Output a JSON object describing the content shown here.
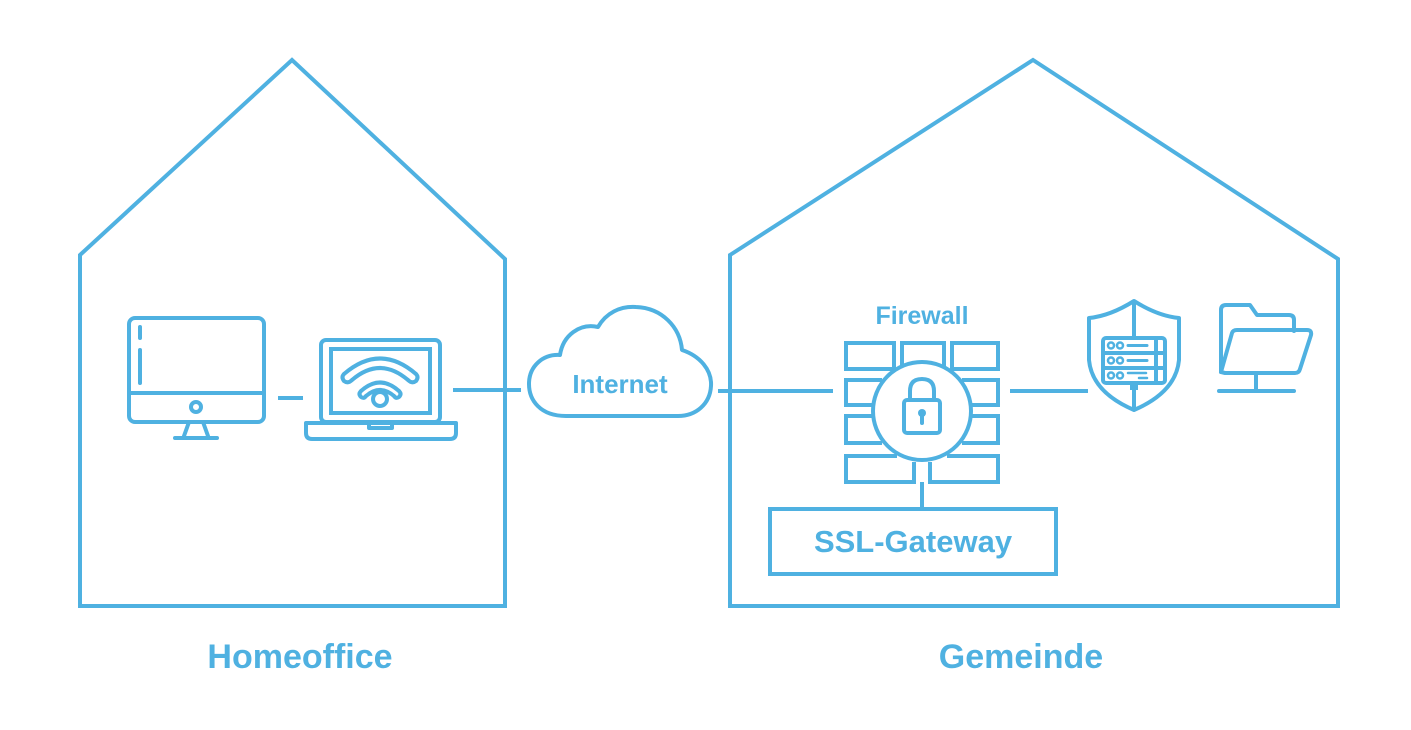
{
  "theme": {
    "accent": "#4fb1e1",
    "background": "#ffffff"
  },
  "houses": [
    {
      "id": "homeoffice",
      "label": "Homeoffice",
      "devices": [
        "desktop-monitor-icon",
        "laptop-wifi-icon"
      ]
    },
    {
      "id": "gemeinde",
      "label": "Gemeinde",
      "devices": [
        "firewall-icon",
        "ssl-gateway-box",
        "server-shield-icon",
        "network-folder-icon"
      ]
    }
  ],
  "nodes": {
    "internet": {
      "label": "Internet",
      "icon": "cloud-icon"
    },
    "firewall": {
      "label": "Firewall",
      "icon": "brick-wall-lock-icon"
    },
    "ssl_gateway": {
      "label": "SSL-Gateway"
    },
    "server": {
      "icon": "server-shield-icon"
    },
    "folder": {
      "icon": "network-folder-icon"
    },
    "desktop": {
      "icon": "desktop-monitor-icon"
    },
    "laptop": {
      "icon": "laptop-wifi-icon"
    }
  },
  "connections": [
    [
      "desktop",
      "laptop"
    ],
    [
      "laptop",
      "internet"
    ],
    [
      "internet",
      "firewall"
    ],
    [
      "firewall",
      "server"
    ],
    [
      "firewall",
      "ssl_gateway"
    ]
  ]
}
